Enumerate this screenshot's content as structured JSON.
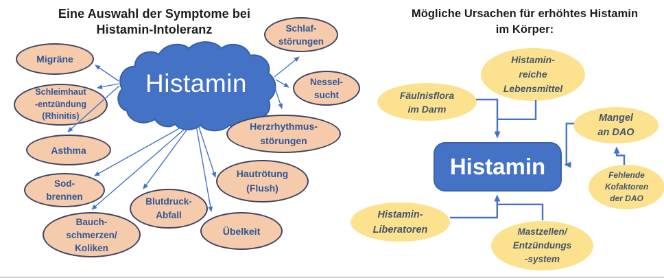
{
  "colors": {
    "cloud-fill": "#4472C4",
    "cloud-stroke": "#3560AE",
    "box-fill": "#4472C4",
    "box-stroke": "#3A62AE",
    "peach-fill": "#F5CBAC",
    "peach-stroke": "#3F4464",
    "yellow-fill": "#FCE28F",
    "connector": "#4472C4",
    "left-text": "#2E5697",
    "right-text": "#44546A",
    "title-text": "#1C1C1C",
    "center-text": "#FFFFFF"
  },
  "left": {
    "title": [
      "Eine Auswahl der Symptome bei",
      "Histamin-Intoleranz"
    ],
    "center_label": "Histamin",
    "nodes": [
      {
        "id": "migraene",
        "lines": [
          "Migräne"
        ]
      },
      {
        "id": "schleimhaut",
        "lines": [
          "Schleimhaut",
          "-entzündung",
          "(Rhinitis)"
        ]
      },
      {
        "id": "asthma",
        "lines": [
          "Asthma"
        ]
      },
      {
        "id": "sodbrennen",
        "lines": [
          "Sod-",
          "brennen"
        ]
      },
      {
        "id": "bauchschmerzen",
        "lines": [
          "Bauch-",
          "schmerzen/",
          "Koliken"
        ]
      },
      {
        "id": "blutdruck-abfall",
        "lines": [
          "Blutdruck-",
          "Abfall"
        ]
      },
      {
        "id": "uebelkeit",
        "lines": [
          "Übelkeit"
        ]
      },
      {
        "id": "hautroetung",
        "lines": [
          "Hautrötung",
          "(Flush)"
        ]
      },
      {
        "id": "herzrhythmus",
        "lines": [
          "Herzrhythmus-",
          "störungen"
        ]
      },
      {
        "id": "nesselsucht",
        "lines": [
          "Nessel-",
          "sucht"
        ]
      },
      {
        "id": "schlafstoerungen",
        "lines": [
          "Schlaf-",
          "störungen"
        ]
      }
    ]
  },
  "right": {
    "title": [
      "Mögliche Ursachen für erhöhtes Histamin",
      "im Körper:"
    ],
    "center_label": "Histamin",
    "nodes": [
      {
        "id": "faeulnisflora",
        "lines": [
          "Fäulnisflora",
          "im Darm"
        ]
      },
      {
        "id": "lebensmittel",
        "lines": [
          "Histamin-",
          "reiche",
          "Lebensmittel"
        ]
      },
      {
        "id": "mangel-dao",
        "lines": [
          "Mangel",
          "an DAO"
        ]
      },
      {
        "id": "kofaktoren-dao",
        "lines": [
          "Fehlende",
          "Kofaktoren",
          "der DAO"
        ]
      },
      {
        "id": "liberatoren",
        "lines": [
          "Histamin-",
          "Liberatoren"
        ]
      },
      {
        "id": "mastzellen",
        "lines": [
          "Mastzellen/",
          "Entzündungs",
          "-system"
        ]
      }
    ]
  }
}
